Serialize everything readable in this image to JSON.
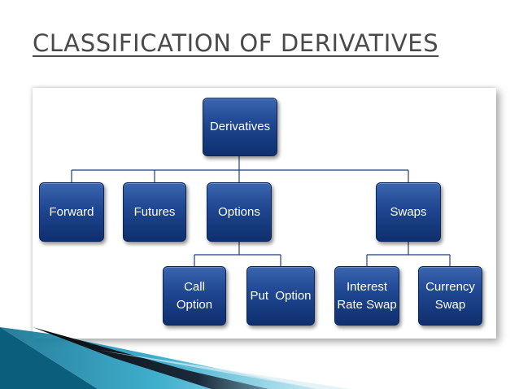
{
  "title": "CLASSIFICATION OF DERIVATIVES",
  "diagram": {
    "root": "Derivatives",
    "level1": [
      "Forward",
      "Futures",
      "Options",
      "Swaps"
    ],
    "options_children": [
      "Call\nOption",
      "Put  Option"
    ],
    "swaps_children": [
      "Interest\nRate Swap",
      "Currency\nSwap"
    ]
  },
  "colors": {
    "node_fill": "#1f4690",
    "node_border": "#0c2558",
    "connector": "#1f3f7a",
    "title_text": "#4a4a4a",
    "accent_teal": "#1a8fb0"
  }
}
